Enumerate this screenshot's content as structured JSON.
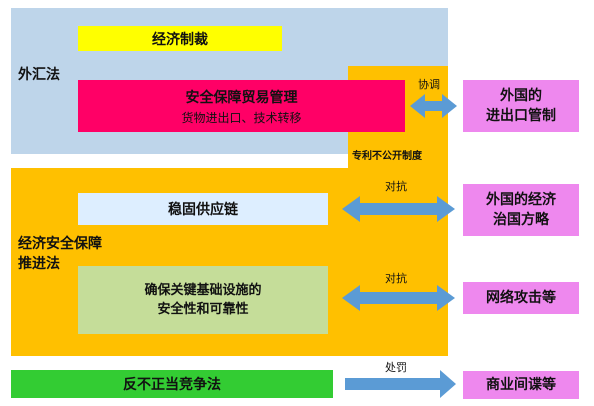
{
  "colors": {
    "waihui_panel": "#bed5ea",
    "orange_panel": "#ffc000",
    "yellow_box": "#ffff00",
    "magenta_box": "#ff0066",
    "light_blue_box": "#ddeeff",
    "light_green_box": "#c5dd99",
    "green_bar": "#33cc33",
    "right_boxes": "#ee88ee",
    "arrow": "#5b9bd5"
  },
  "left": {
    "waihui_law": "外汇法",
    "economic_sanctions": "经济制裁",
    "security_trade_mgmt": "安全保障贸易管理",
    "security_trade_sub": "货物进出口、技术转移",
    "patent_non_disclosure": "专利不公开制度",
    "econ_security_law_line1": "经济安全保障",
    "econ_security_law_line2": "推进法",
    "stable_supply_chain": "稳固供应链",
    "key_infra_line1": "确保关键基础设施的",
    "key_infra_line2": "安全性和可靠性",
    "unfair_competition_law": "反不正当竞争法"
  },
  "arrows": {
    "coordinate": "协调",
    "counter_1": "对抗",
    "counter_2": "对抗",
    "punish": "处罚"
  },
  "right": {
    "foreign_trade_control_line1": "外国的",
    "foreign_trade_control_line2": "进出口管制",
    "foreign_econ_strategy_line1": "外国的经济",
    "foreign_econ_strategy_line2": "治国方略",
    "cyber_attacks": "网络攻击等",
    "commercial_espionage": "商业间谍等"
  }
}
